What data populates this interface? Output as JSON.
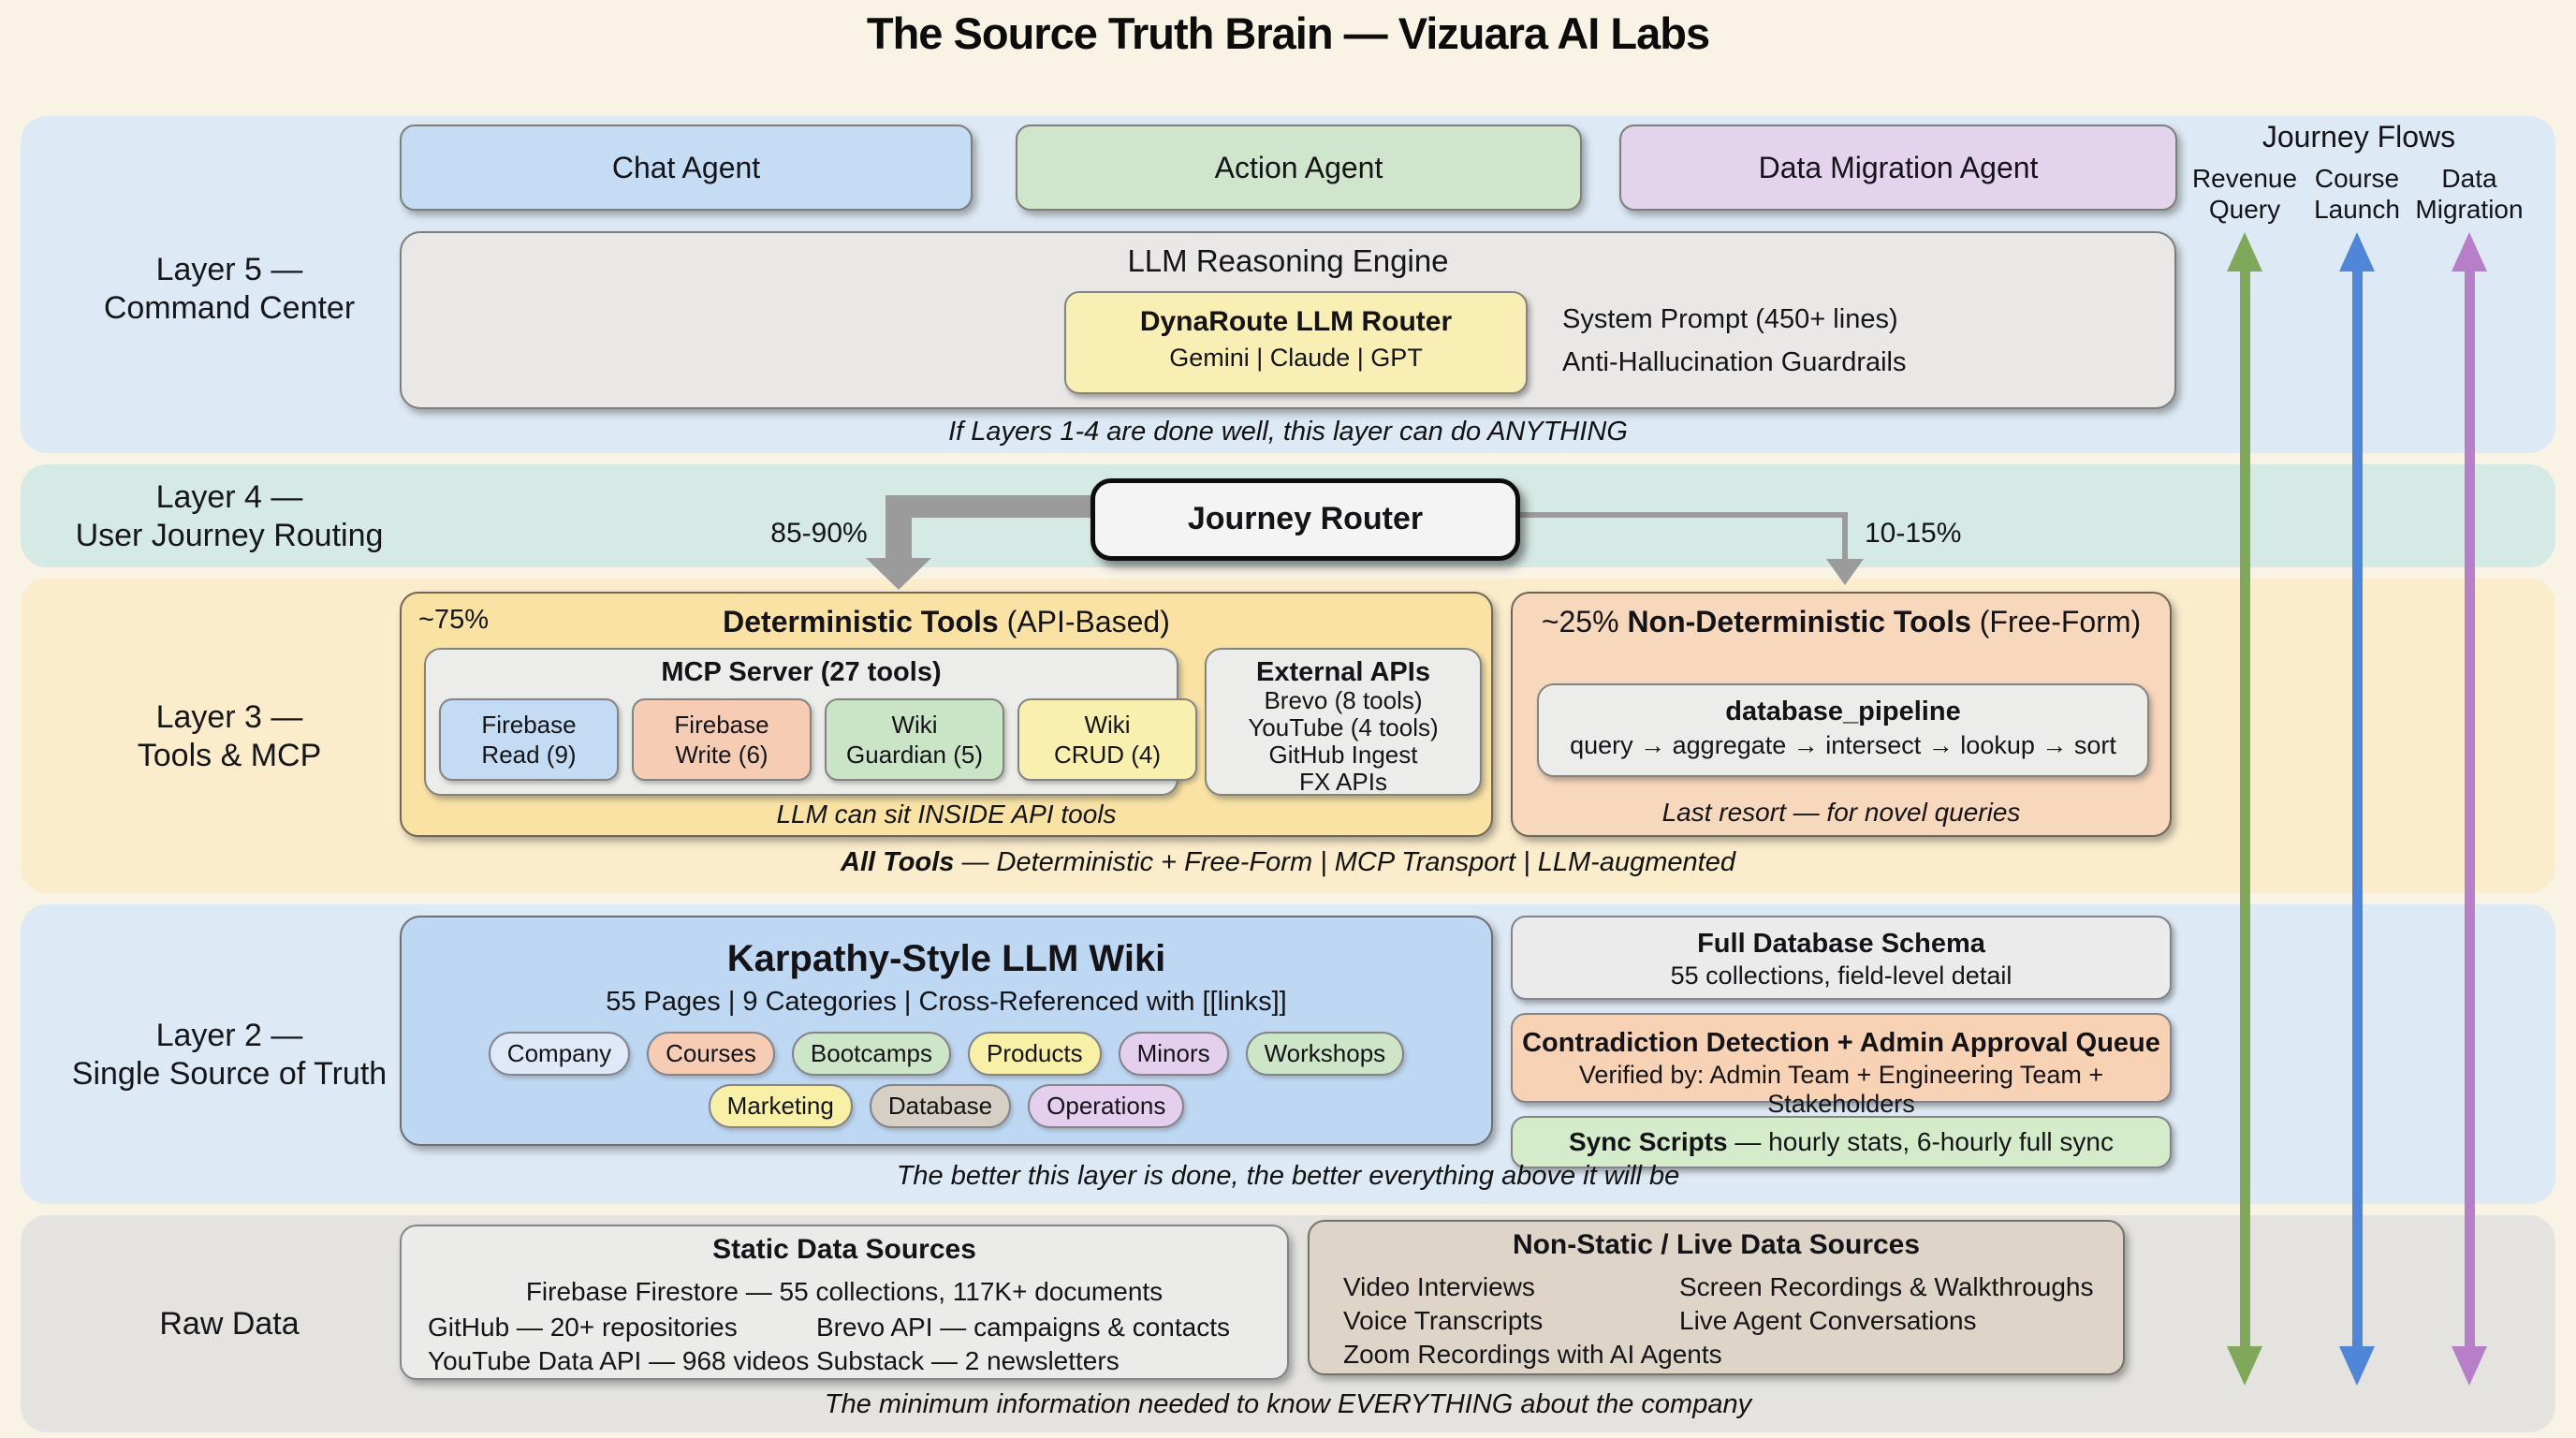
{
  "title": "The Source Truth Brain — Vizuara AI Labs",
  "layer5": {
    "label1": "Layer 5 —",
    "label2": "Command Center",
    "agents": {
      "chat": "Chat Agent",
      "action": "Action Agent",
      "migration": "Data Migration Agent"
    },
    "engine": {
      "title": "LLM Reasoning Engine",
      "router_title": "DynaRoute LLM Router",
      "router_models": "Gemini | Claude | GPT",
      "prompt": "System Prompt (450+ lines)",
      "guardrails": "Anti-Hallucination Guardrails"
    },
    "caption": "If Layers 1-4 are done well, this layer can do ANYTHING"
  },
  "layer4": {
    "label1": "Layer 4 —",
    "label2": "User Journey Routing",
    "router": "Journey Router",
    "left_pct": "85-90%",
    "right_pct": "10-15%"
  },
  "layer3": {
    "label1": "Layer 3 —",
    "label2": "Tools & MCP",
    "det": {
      "pct": "~75%",
      "title_bold": "Deterministic Tools",
      "title_rest": " (API-Based)",
      "mcp_title": "MCP Server (27 tools)",
      "chips": [
        {
          "l1": "Firebase",
          "l2": "Read (9)"
        },
        {
          "l1": "Firebase",
          "l2": "Write (6)"
        },
        {
          "l1": "Wiki",
          "l2": "Guardian (5)"
        },
        {
          "l1": "Wiki",
          "l2": "CRUD (4)"
        }
      ],
      "ext_title": "External APIs",
      "ext_lines": [
        "Brevo (8 tools)",
        "YouTube (4 tools)",
        "GitHub Ingest",
        "FX APIs"
      ],
      "caption": "LLM can sit INSIDE API tools"
    },
    "nondet": {
      "pct": "~25% ",
      "title_bold": "Non-Deterministic Tools",
      "title_rest": " (Free-Form)",
      "pipe_title": "database_pipeline",
      "pipe_steps": "query → aggregate → intersect → lookup → sort",
      "caption": "Last resort — for novel queries"
    },
    "caption_bold": "All Tools",
    "caption_rest": " — Deterministic + Free-Form | MCP Transport | LLM-augmented"
  },
  "layer2": {
    "label1": "Layer 2 —",
    "label2": "Single Source of Truth",
    "wiki": {
      "title": "Karpathy-Style LLM Wiki",
      "subtitle": "55 Pages | 9 Categories | Cross-Referenced with [[links]]",
      "pills_row1": [
        "Company",
        "Courses",
        "Bootcamps",
        "Products",
        "Minors",
        "Workshops"
      ],
      "pills_row2": [
        "Marketing",
        "Database",
        "Operations"
      ]
    },
    "schema": {
      "title": "Full Database Schema",
      "sub": "55 collections, field-level detail"
    },
    "contradiction": {
      "title": "Contradiction Detection + Admin Approval Queue",
      "sub": "Verified by: Admin Team + Engineering Team + Stakeholders"
    },
    "sync": {
      "bold": "Sync Scripts",
      "rest": " — hourly stats, 6-hourly full sync"
    },
    "caption": "The better this layer is done, the better everything above it will be"
  },
  "raw": {
    "label": "Raw Data",
    "static": {
      "title": "Static Data Sources",
      "line1": "Firebase Firestore — 55 collections, 117K+ documents",
      "col1": [
        "GitHub — 20+ repositories",
        "YouTube Data API — 968 videos"
      ],
      "col2": [
        "Brevo API — campaigns & contacts",
        "Substack — 2 newsletters"
      ]
    },
    "live": {
      "title": "Non-Static / Live Data Sources",
      "col1": [
        "Video Interviews",
        "Voice Transcripts",
        "Zoom Recordings with AI Agents"
      ],
      "col2": [
        "Screen Recordings & Walkthroughs",
        "Live Agent Conversations"
      ]
    },
    "caption": "The minimum information needed to know EVERYTHING about the company"
  },
  "flows": {
    "title": "Journey Flows",
    "items": [
      {
        "l1": "Revenue",
        "l2": "Query"
      },
      {
        "l1": "Course",
        "l2": "Launch"
      },
      {
        "l1": "Data",
        "l2": "Migration"
      }
    ]
  },
  "palette": {
    "bg": "#f9f3e6",
    "band-blue": "#dde9f4",
    "band-teal": "#d5e9e5",
    "band-orange": "#fbeccb",
    "band-gray": "#e4e3df",
    "box-blue": "#c5ddf4",
    "box-green": "#cfe6cc",
    "box-purple": "#e4d3ed",
    "box-gray": "#e9e8e7",
    "box-yellow": "#f9efb4",
    "router-bg": "#f4f4f4",
    "det-gold": "#f9e2a4",
    "inner-gray": "#ececeb",
    "chip-blue": "#c3dcf4",
    "chip-salmon": "#f6cdb4",
    "chip-green": "#c9e5c5",
    "chip-yellow": "#f9f0b0",
    "nondet-peach": "#f8d8bc",
    "wiki-blue": "#bed8f3",
    "schema-gray": "#ebebeb",
    "contra-salmon": "#f8d2b4",
    "sync-green": "#d5ecca",
    "static-gray": "#ebebea",
    "live-tan": "#ded5c8",
    "pill-blue": "#dfe9f7",
    "pill-salmon": "#f6cdb4",
    "pill-green": "#cde6c8",
    "pill-yellow": "#f9f0a8",
    "pill-purple": "#e5cfee",
    "pill-tan": "#d6cfc5",
    "arrow-green": "#7fa85a",
    "arrow-blue": "#4f86d8",
    "arrow-purple": "#b77fc8",
    "arrow-gray": "#9b9b9b"
  }
}
